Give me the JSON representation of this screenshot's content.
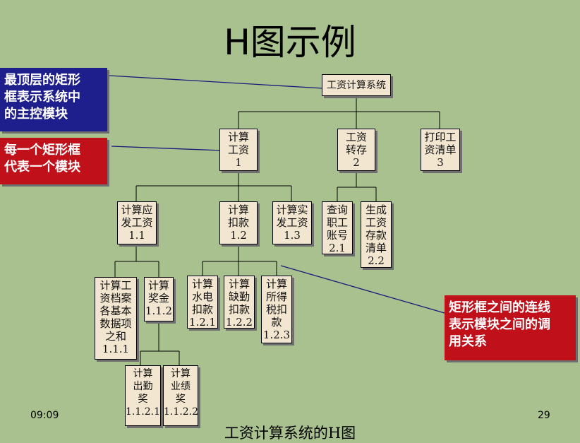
{
  "slide": {
    "title": "H图示例",
    "caption": "工资计算系统的H图",
    "time": "09:09",
    "page_number": "29"
  },
  "callouts": {
    "top": "最顶层的矩形\n框表示系统中\n的主控模块",
    "module": "每一个矩形框\n代表一个模块",
    "lines": "矩形框之间的连线\n表示模块之间的调\n用关系"
  },
  "modules": {
    "root": "工资计算系统",
    "m1": "计算\n工资\n1",
    "m2": "工资\n转存\n2",
    "m3": "打印工\n资清单\n3",
    "m11": "计算应\n发工资\n1.1",
    "m12": "计算\n扣款\n1.2",
    "m13": "计算实\n发工资\n1.3",
    "m21": "查询\n职工\n账号\n2.1",
    "m22": "生成\n工资\n存款\n清单\n2.2",
    "m111": "计算工\n资档案\n各基本\n数据项\n之和\n1.1.1",
    "m112": "计算\n奖金\n1.1.2",
    "m121": "计算\n水电\n扣款\n1.2.1",
    "m122": "计算\n缺勤\n扣款\n1.2.2",
    "m123": "计算\n所得\n税扣\n款\n1.2.3",
    "m1121": "计算\n出勤\n奖\n1.1.2.1",
    "m1122": "计算\n业绩\n奖\n1.1.2.2"
  },
  "colors": {
    "background": "#a9c18f",
    "box_fill": "#f2e6d0",
    "callout_blue": "#1e1e8c",
    "callout_red": "#c0101a"
  }
}
